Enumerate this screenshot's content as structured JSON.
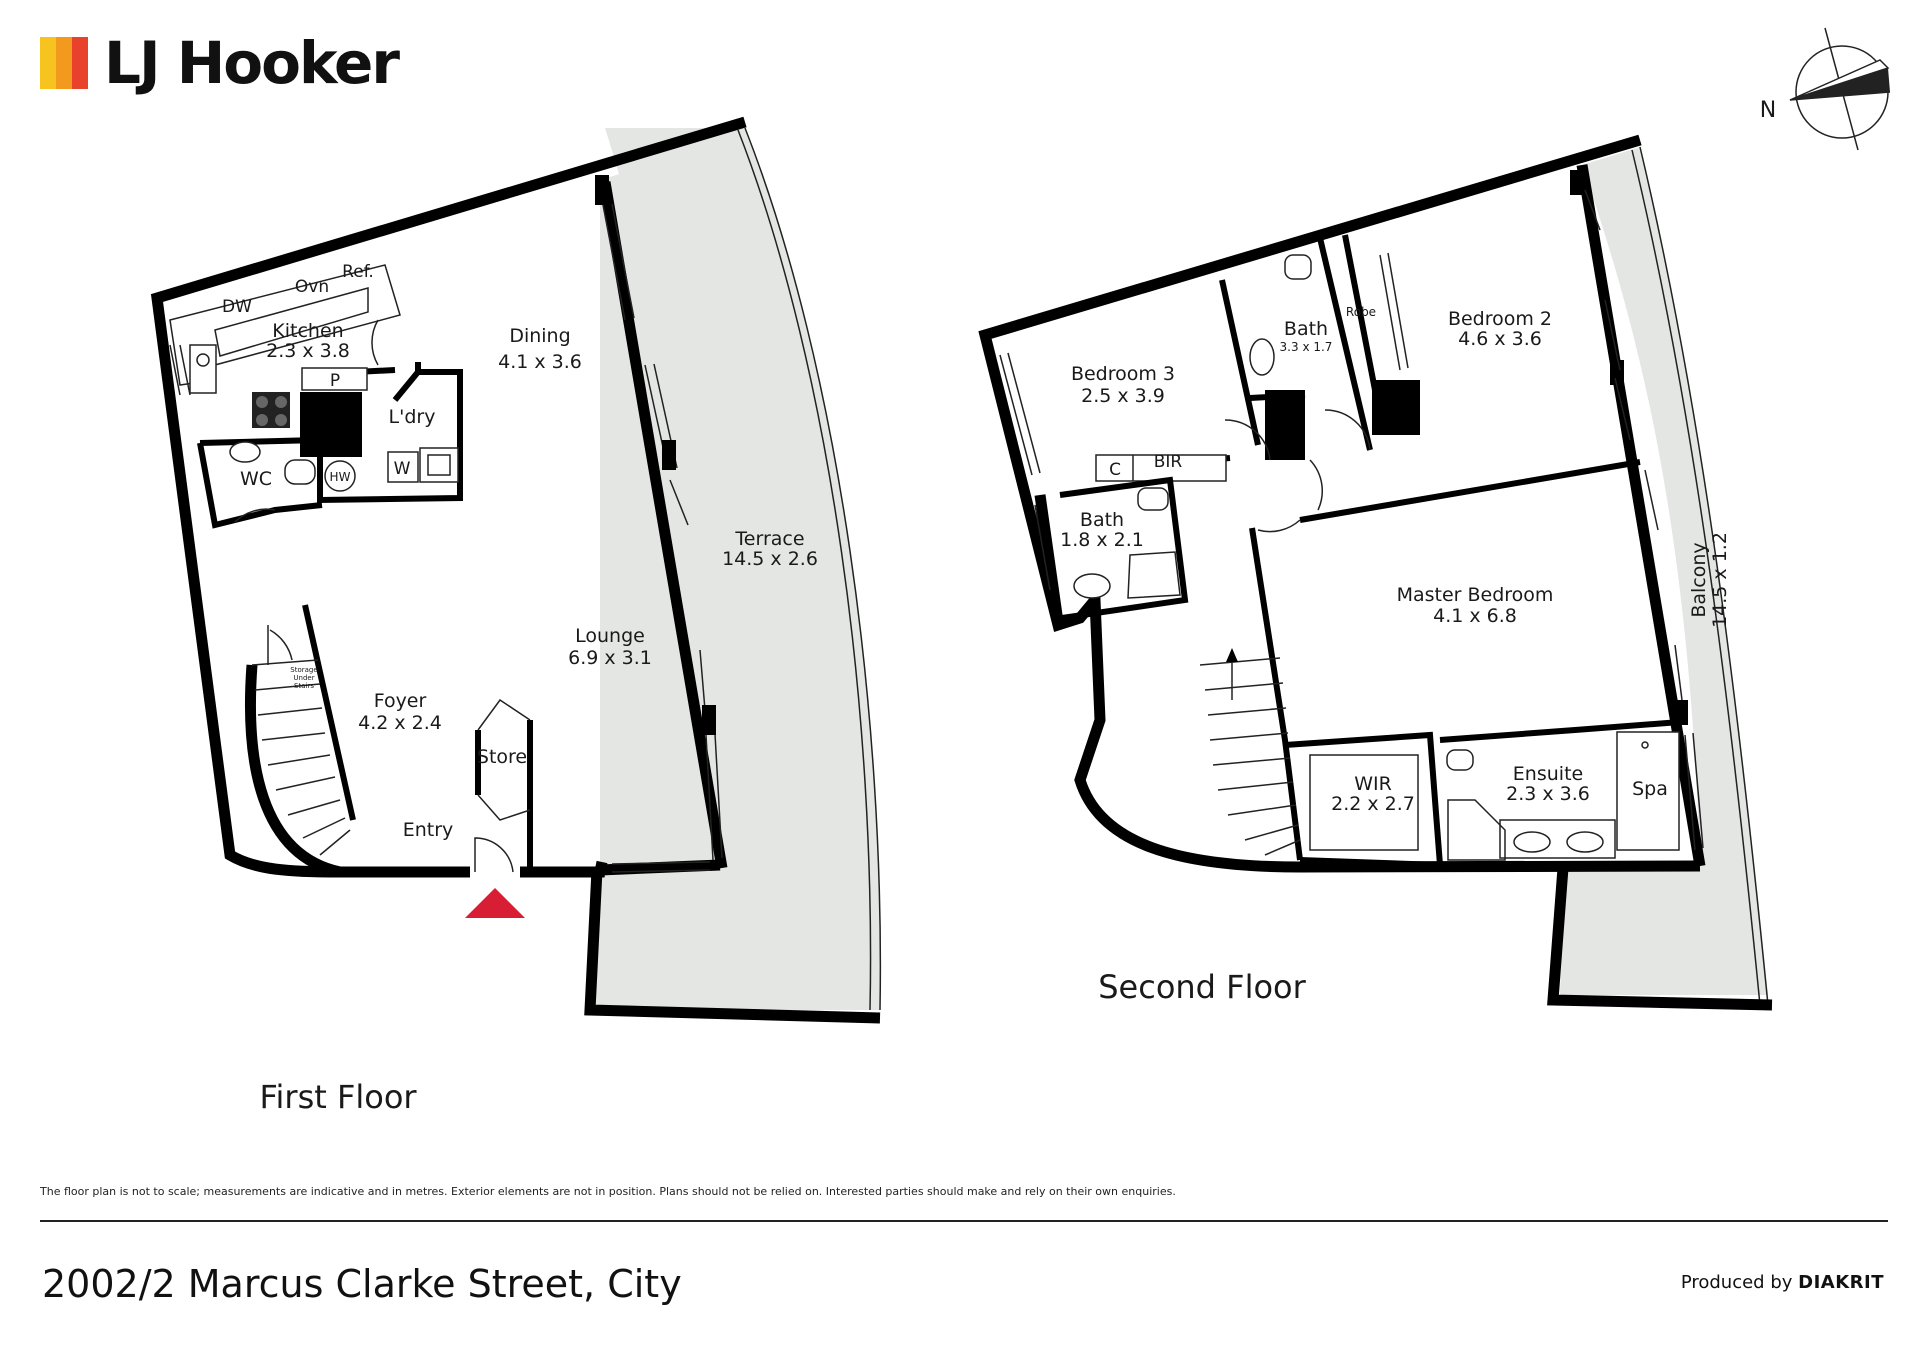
{
  "brand": {
    "name": "LJ Hooker",
    "bar_colors": [
      "#f7c31e",
      "#f39a1e",
      "#e8422c"
    ]
  },
  "compass": {
    "label": "N"
  },
  "first_floor": {
    "title": "First Floor",
    "rooms": {
      "kitchen": {
        "name": "Kitchen",
        "size": "2.3 x 3.8"
      },
      "dining": {
        "name": "Dining",
        "size": "4.1 x 3.6"
      },
      "laundry": {
        "name": "L'dry"
      },
      "wc": {
        "name": "WC"
      },
      "terrace": {
        "name": "Terrace",
        "size": "14.5 x 2.6"
      },
      "lounge": {
        "name": "Lounge",
        "size": "6.9 x 3.1"
      },
      "foyer": {
        "name": "Foyer",
        "size": "4.2 x 2.4"
      },
      "store": {
        "name": "Store"
      },
      "entry": {
        "name": "Entry"
      }
    },
    "fixtures": {
      "dw": "DW",
      "oven": "Ovn",
      "fridge": "Ref.",
      "pantry": "P",
      "hot_water": "HW",
      "washer": "W",
      "storage_line1": "Storage",
      "storage_line2": "Under",
      "storage_line3": "Stairs"
    }
  },
  "second_floor": {
    "title": "Second Floor",
    "rooms": {
      "bedroom3": {
        "name": "Bedroom 3",
        "size": "2.5 x 3.9"
      },
      "bath_main": {
        "name": "Bath",
        "size": "3.3 x 1.7"
      },
      "bedroom2": {
        "name": "Bedroom 2",
        "size": "4.6 x 3.6"
      },
      "bath_small": {
        "name": "Bath",
        "size": "1.8 x 2.1"
      },
      "master": {
        "name": "Master Bedroom",
        "size": "4.1 x 6.8"
      },
      "balcony": {
        "name": "Balcony",
        "size": "14.5 x 1.2"
      },
      "wir": {
        "name": "WIR",
        "size": "2.2 x 2.7"
      },
      "ensuite": {
        "name": "Ensuite",
        "size": "2.3 x 3.6"
      },
      "spa": {
        "name": "Spa"
      }
    },
    "fixtures": {
      "robe": "Robe",
      "cupboard": "C",
      "bir": "BIR"
    }
  },
  "colors": {
    "wall": "#000000",
    "outdoor": "#e4e6e4",
    "entry_marker": "#d81e34"
  },
  "disclaimer": "The floor plan is not to scale; measurements are indicative and in metres. Exterior elements are not in position. Plans should not be relied on. Interested parties should make and rely on their own enquiries.",
  "address": "2002/2 Marcus Clarke Street, City",
  "produced_by": {
    "prefix": "Produced by",
    "company": "DIAKRIT"
  }
}
